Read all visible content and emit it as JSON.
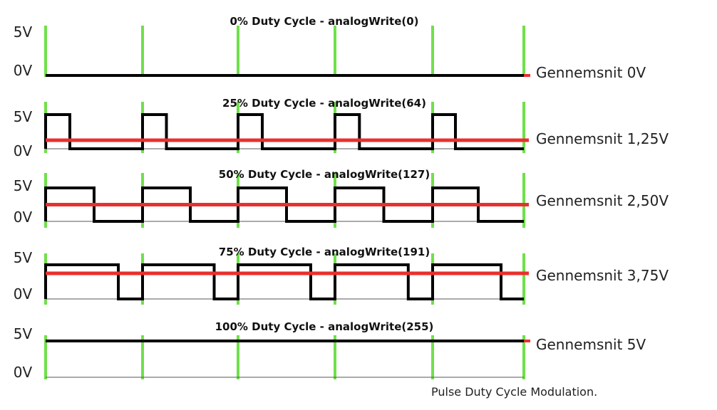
{
  "colors": {
    "signal": "#000000",
    "average": "#e8302e",
    "period_marker": "#6fe04a"
  },
  "caption": "Pulse Duty Cycle Modulation.",
  "panels": [
    {
      "title": "0% Duty Cycle - analogWrite(0)",
      "high_label": "5V",
      "low_label": "0V",
      "duty": 0,
      "average_label": "Gennemsnit 0V",
      "average_volts": 0
    },
    {
      "title": "25% Duty Cycle - analogWrite(64)",
      "high_label": "5V",
      "low_label": "0V",
      "duty": 0.25,
      "average_label": "Gennemsnit 1,25V",
      "average_volts": 1.25
    },
    {
      "title": "50% Duty Cycle - analogWrite(127)",
      "high_label": "5V",
      "low_label": "0V",
      "duty": 0.5,
      "average_label": "Gennemsnit 2,50V",
      "average_volts": 2.5
    },
    {
      "title": "75% Duty Cycle - analogWrite(191)",
      "high_label": "5V",
      "low_label": "0V",
      "duty": 0.75,
      "average_label": "Gennemsnit 3,75V",
      "average_volts": 3.75
    },
    {
      "title": "100% Duty Cycle - analogWrite(255)",
      "high_label": "5V",
      "low_label": "0V",
      "duty": 1,
      "average_label": "Gennemsnit 5V",
      "average_volts": 5
    }
  ]
}
